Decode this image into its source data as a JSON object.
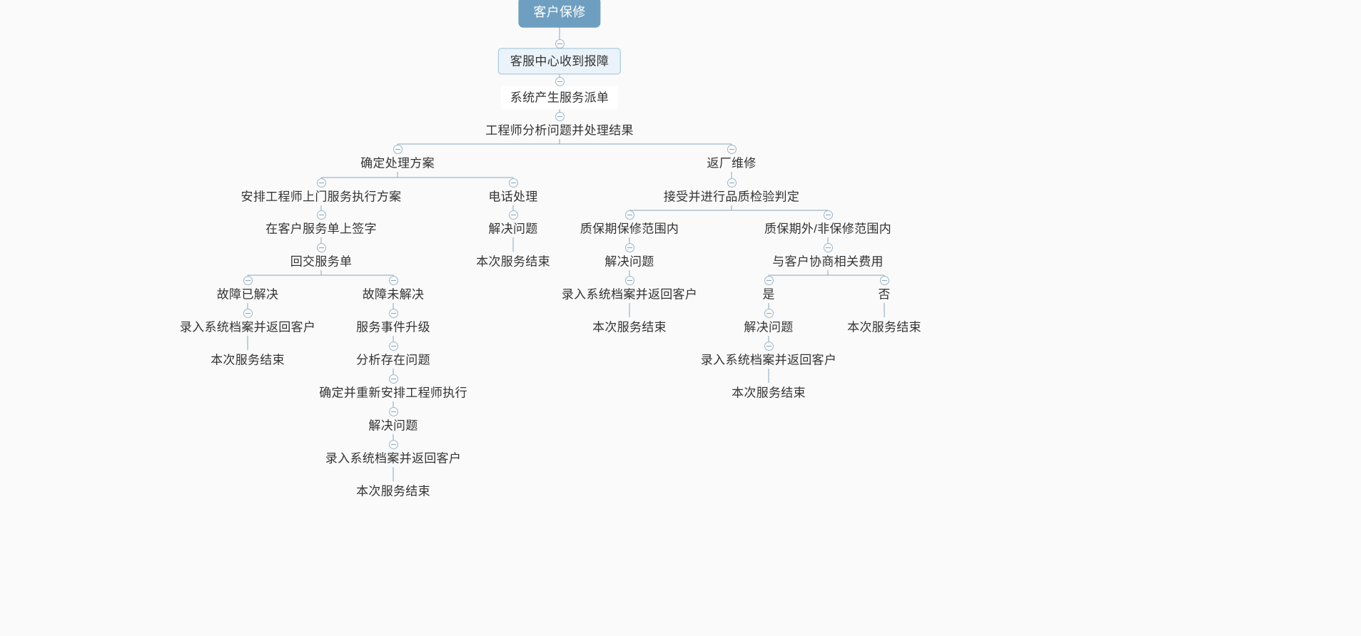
{
  "diagram": {
    "title": "客户保修",
    "type": "mindmap-tree",
    "orientation": "top-down",
    "colors": {
      "background": "#fafafa",
      "root_fill": "#6f9fc0",
      "root_text": "#ffffff",
      "level1_fill": "#eaf3f9",
      "level1_border": "#9cc0d8",
      "edge": "#8aa6bb",
      "node_text": "#333333",
      "toggle_border": "#9cb6cb"
    }
  },
  "nodes": {
    "n1": {
      "label": "客户保修"
    },
    "n2": {
      "label": "客服中心收到报障"
    },
    "n3": {
      "label": "系统产生服务派单"
    },
    "n4": {
      "label": "工程师分析问题并处理结果"
    },
    "n5": {
      "label": "确定处理方案"
    },
    "n6": {
      "label": "返厂维修"
    },
    "n7": {
      "label": "安排工程师上门服务执行方案"
    },
    "n8": {
      "label": "电话处理"
    },
    "n9": {
      "label": "在客户服务单上签字"
    },
    "n10": {
      "label": "回交服务单"
    },
    "n11": {
      "label": "故障已解决"
    },
    "n12": {
      "label": "故障未解决"
    },
    "n13": {
      "label": "录入系统档案并返回客户"
    },
    "n14": {
      "label": "本次服务结束"
    },
    "n15": {
      "label": "服务事件升级"
    },
    "n16": {
      "label": "分析存在问题"
    },
    "n17": {
      "label": "确定并重新安排工程师执行"
    },
    "n18": {
      "label": "解决问题"
    },
    "n19": {
      "label": "录入系统档案并返回客户"
    },
    "n20": {
      "label": "本次服务结束"
    },
    "n21": {
      "label": "解决问题"
    },
    "n22": {
      "label": "本次服务结束"
    },
    "n23": {
      "label": "接受并进行品质检验判定"
    },
    "n24": {
      "label": "质保期保修范围内"
    },
    "n25": {
      "label": "质保期外/非保修范围内"
    },
    "n26": {
      "label": "解决问题"
    },
    "n27": {
      "label": "录入系统档案并返回客户"
    },
    "n28": {
      "label": "本次服务结束"
    },
    "n29": {
      "label": "与客户协商相关费用"
    },
    "n30": {
      "label": "是"
    },
    "n31": {
      "label": "否"
    },
    "n32": {
      "label": "解决问题"
    },
    "n33": {
      "label": "录入系统档案并返回客户"
    },
    "n34": {
      "label": "本次服务结束"
    },
    "n35": {
      "label": "本次服务结束"
    }
  },
  "edges": [
    [
      "n1",
      "n2"
    ],
    [
      "n2",
      "n3"
    ],
    [
      "n3",
      "n4"
    ],
    [
      "n4",
      "n5"
    ],
    [
      "n4",
      "n6"
    ],
    [
      "n5",
      "n7"
    ],
    [
      "n5",
      "n8"
    ],
    [
      "n7",
      "n9"
    ],
    [
      "n9",
      "n10"
    ],
    [
      "n10",
      "n11"
    ],
    [
      "n10",
      "n12"
    ],
    [
      "n11",
      "n13"
    ],
    [
      "n13",
      "n14"
    ],
    [
      "n12",
      "n15"
    ],
    [
      "n15",
      "n16"
    ],
    [
      "n16",
      "n17"
    ],
    [
      "n17",
      "n18"
    ],
    [
      "n18",
      "n19"
    ],
    [
      "n19",
      "n20"
    ],
    [
      "n8",
      "n21"
    ],
    [
      "n21",
      "n22"
    ],
    [
      "n6",
      "n23"
    ],
    [
      "n23",
      "n24"
    ],
    [
      "n23",
      "n25"
    ],
    [
      "n24",
      "n26"
    ],
    [
      "n26",
      "n27"
    ],
    [
      "n27",
      "n28"
    ],
    [
      "n25",
      "n29"
    ],
    [
      "n29",
      "n30"
    ],
    [
      "n29",
      "n31"
    ],
    [
      "n30",
      "n32"
    ],
    [
      "n32",
      "n33"
    ],
    [
      "n33",
      "n34"
    ],
    [
      "n31",
      "n35"
    ]
  ]
}
